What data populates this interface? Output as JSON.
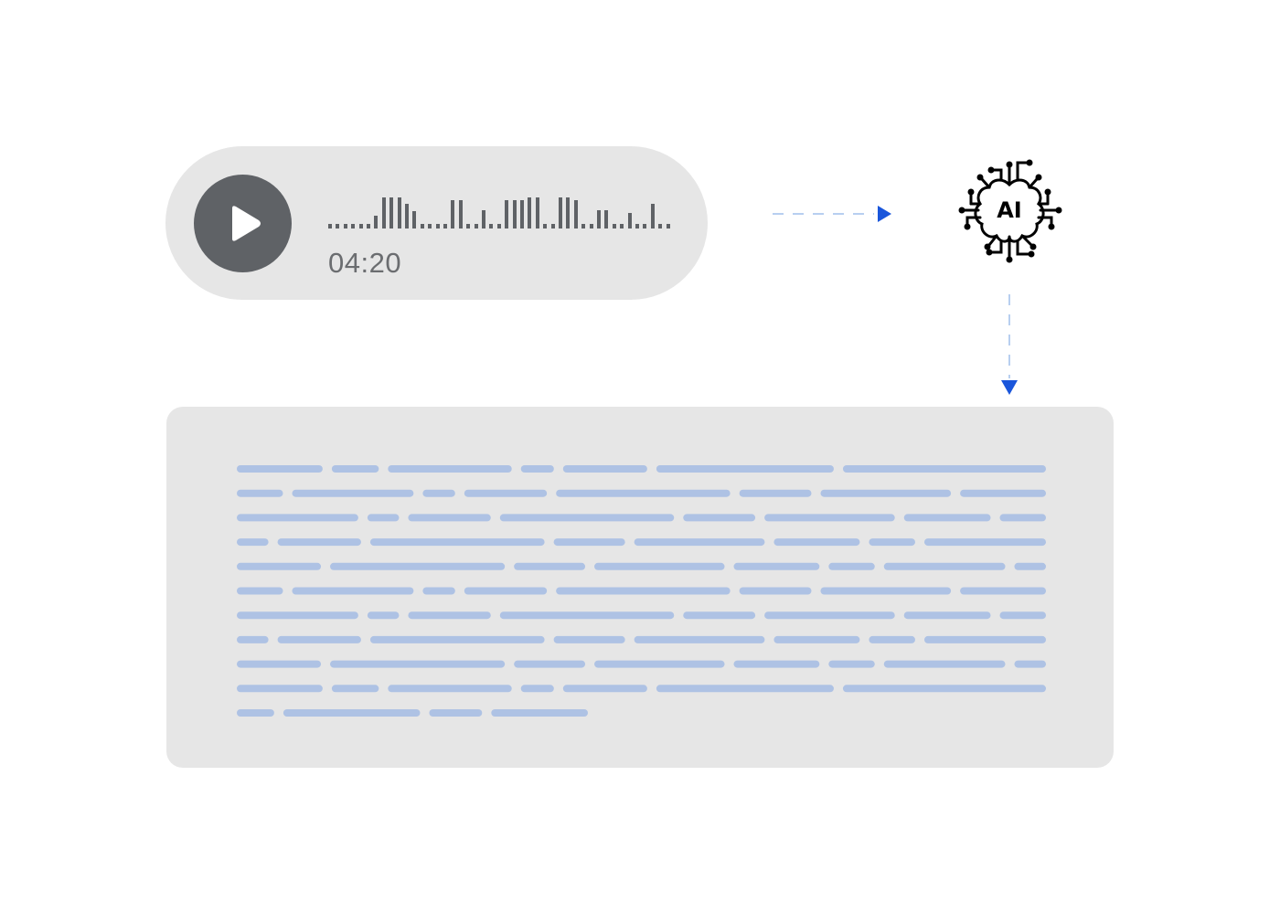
{
  "player": {
    "play_icon": "play-icon",
    "duration": "04:20",
    "waveform_levels": [
      0.15,
      0.15,
      0.15,
      0.15,
      0.15,
      0.15,
      0.4,
      1,
      1,
      1,
      0.8,
      0.55,
      0.15,
      0.15,
      0.15,
      0.15,
      0.9,
      0.9,
      0.15,
      0.15,
      0.6,
      0.15,
      0.15,
      0.9,
      0.9,
      0.9,
      1,
      1,
      0.15,
      0.15,
      1,
      1,
      0.9,
      0.15,
      0.15,
      0.6,
      0.6,
      0.15,
      0.15,
      0.5,
      0.15,
      0.15,
      0.8,
      0.15,
      0.15
    ],
    "colors": {
      "pill": "#e6e6e6",
      "button": "#5f6266",
      "waveform": "#5f6266",
      "duration": "#6b6d70"
    }
  },
  "ai": {
    "icon": "ai-brain-circuit-icon",
    "label": "AI"
  },
  "connectors": {
    "color": "#b8cff0",
    "arrowhead_color": "#1a56db"
  },
  "transcript": {
    "placeholder_line_color": "#aec2e4",
    "background": "#e6e6e6",
    "lines": [
      [
        0.104,
        0.057,
        0.15,
        0.04,
        0.102,
        0.215,
        0.246
      ],
      [
        0.057,
        0.15,
        0.04,
        0.102,
        0.215,
        0.089,
        0.161,
        0.106
      ],
      [
        0.15,
        0.039,
        0.102,
        0.215,
        0.089,
        0.161,
        0.107,
        0.057
      ],
      [
        0.039,
        0.103,
        0.215,
        0.088,
        0.161,
        0.106,
        0.057,
        0.15
      ],
      [
        0.104,
        0.216,
        0.088,
        0.161,
        0.106,
        0.057,
        0.15,
        0.039
      ],
      [
        0.057,
        0.15,
        0.04,
        0.102,
        0.215,
        0.089,
        0.161,
        0.106
      ],
      [
        0.15,
        0.039,
        0.102,
        0.215,
        0.089,
        0.161,
        0.107,
        0.057
      ],
      [
        0.039,
        0.103,
        0.215,
        0.088,
        0.161,
        0.106,
        0.057,
        0.15
      ],
      [
        0.104,
        0.216,
        0.088,
        0.161,
        0.106,
        0.057,
        0.15,
        0.039
      ],
      [
        0.104,
        0.057,
        0.15,
        0.04,
        0.102,
        0.215,
        0.246
      ],
      [
        0.041,
        0.15,
        0.058,
        0.106
      ]
    ]
  }
}
